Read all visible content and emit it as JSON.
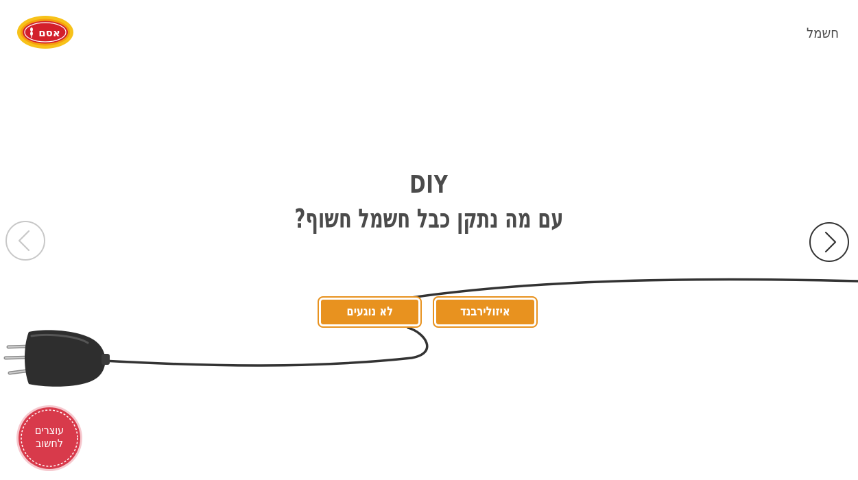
{
  "header": {
    "logo_text": "אסם",
    "nav_label": "חשמל"
  },
  "main": {
    "title_line1": "DIY",
    "title_line2": "עם מה נתקן כבל חשמל חשוף?",
    "choices": [
      {
        "label": "לא נוגעים"
      },
      {
        "label": "איזולירבנד"
      }
    ]
  },
  "navigation": {
    "prev_icon": "chevron-left-icon",
    "next_icon": "chevron-right-icon"
  },
  "badge": {
    "line1": "עוצרים",
    "line2": "לחשוב"
  },
  "colors": {
    "accent_orange": "#e8921f",
    "badge_red": "#d83a4b",
    "logo_red": "#d3202b",
    "logo_yellow": "#f7c21a",
    "text_dark": "#4b4b4b",
    "cable": "#333333"
  }
}
